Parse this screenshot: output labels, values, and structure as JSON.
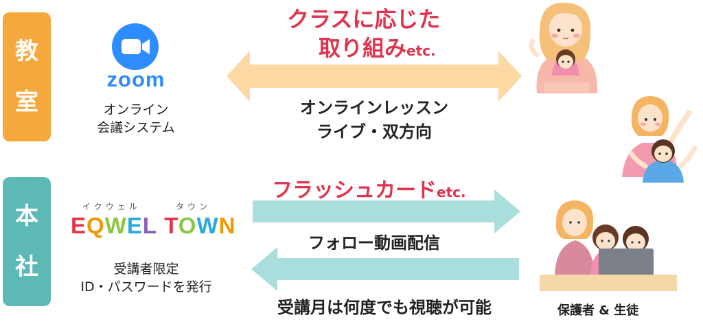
{
  "classroom": {
    "label_chars": [
      "教",
      "室"
    ],
    "tool_logo": "zoom",
    "tool_caption": [
      "オンライン",
      "会議システム"
    ],
    "highlight_main": "クラスに応じた",
    "highlight_line2": "取り組み",
    "highlight_suffix": "etc.",
    "arrow_lines": [
      "オンラインレッスン",
      "ライブ・双方向"
    ]
  },
  "headquarters": {
    "label_chars": [
      "本",
      "社"
    ],
    "logo_kana_left": "イクウェル",
    "logo_kana_right": "タウン",
    "logo_letters": [
      {
        "ch": "E",
        "color": "#e5334b"
      },
      {
        "ch": "Q",
        "color": "#f39800"
      },
      {
        "ch": "W",
        "color": "#8cc63f"
      },
      {
        "ch": "E",
        "color": "#29a9e0"
      },
      {
        "ch": "L",
        "color": "#8e5bb5"
      },
      {
        "ch": " ",
        "color": "#ffffff"
      },
      {
        "ch": "T",
        "color": "#e5334b"
      },
      {
        "ch": "O",
        "color": "#8cc63f"
      },
      {
        "ch": "W",
        "color": "#29a9e0"
      },
      {
        "ch": "N",
        "color": "#f39800"
      }
    ],
    "tool_caption": [
      "受講者限定",
      "ID・パスワードを発行"
    ],
    "highlight_main": "フラッシュカード",
    "highlight_suffix": "etc.",
    "arrow_right_text": "フォロー動画配信",
    "arrow_left_text": "受講月は何度でも視聴が可能"
  },
  "audience_label": "保護者 & 生徒",
  "colors": {
    "classroom_label": "#f5a93c",
    "hq_label": "#5cb9b6",
    "orange_arrow": "#fcd9a3",
    "teal_arrow": "#a9dedd",
    "highlight": "#e0344e"
  }
}
